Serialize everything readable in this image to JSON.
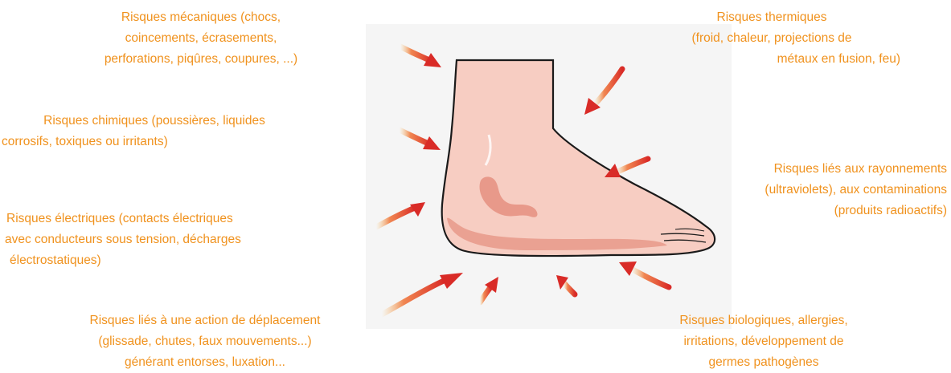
{
  "colors": {
    "label_text": "#f0921e",
    "arrow": "#d92b27",
    "skin_fill": "#f7cdc2",
    "skin_outline": "#1a1a1a",
    "skin_shade": "#e8998a",
    "background_panel": "#f5f5f5"
  },
  "illustration": "foot",
  "risks": [
    {
      "id": "mecaniques",
      "lines": [
        "Risques mécaniques (chocs,",
        "coincements, écrasements,",
        "perforations, piqûres, coupures, ...)"
      ]
    },
    {
      "id": "chimiques",
      "lines": [
        "Risques chimiques (poussières, liquides",
        "corrosifs, toxiques ou irritants)"
      ]
    },
    {
      "id": "electriques",
      "lines": [
        "Risques électriques (contacts électriques",
        "avec conducteurs sous tension, décharges",
        "électrostatiques)"
      ]
    },
    {
      "id": "deplacement",
      "lines": [
        "Risques liés à une action de déplacement",
        "(glissade, chutes, faux mouvements...)",
        "générant entorses, luxation..."
      ]
    },
    {
      "id": "thermiques",
      "lines": [
        "Risques thermiques",
        "(froid, chaleur, projections de",
        "métaux en fusion, feu)"
      ]
    },
    {
      "id": "rayonnements",
      "lines": [
        "Risques liés aux rayonnements",
        "(ultraviolets), aux contaminations",
        "(produits radioactifs)"
      ]
    },
    {
      "id": "biologiques",
      "lines": [
        "Risques biologiques, allergies,",
        "irritations, développement de",
        "germes pathogènes"
      ]
    }
  ]
}
